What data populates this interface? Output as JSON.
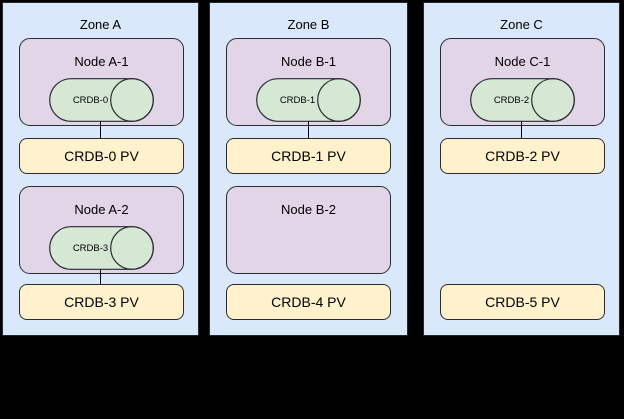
{
  "colors": {
    "background": "#000000",
    "zone_fill": "#dae8fc",
    "node_fill": "#e1d5e7",
    "cylinder_fill": "#d5e8d4",
    "pv_fill": "#fff2cc",
    "stroke": "#2b2b33",
    "text": "#000000"
  },
  "zones": [
    {
      "title": "Zone A",
      "nodes": [
        {
          "title": "Node A-1",
          "cylinder": "CRDB-0",
          "pv": "CRDB-0 PV",
          "connector": true
        },
        {
          "title": "Node A-2",
          "cylinder": "CRDB-3",
          "pv": "CRDB-3 PV",
          "connector": true
        }
      ]
    },
    {
      "title": "Zone B",
      "nodes": [
        {
          "title": "Node B-1",
          "cylinder": "CRDB-1",
          "pv": "CRDB-1 PV",
          "connector": true
        },
        {
          "title": "Node B-2",
          "pv": "CRDB-4 PV",
          "connector": false
        }
      ]
    },
    {
      "title": "Zone C",
      "nodes": [
        {
          "title": "Node C-1",
          "cylinder": "CRDB-2",
          "pv": "CRDB-2 PV",
          "connector": true
        },
        {
          "pv": "CRDB-5 PV",
          "connector": false
        }
      ]
    }
  ]
}
